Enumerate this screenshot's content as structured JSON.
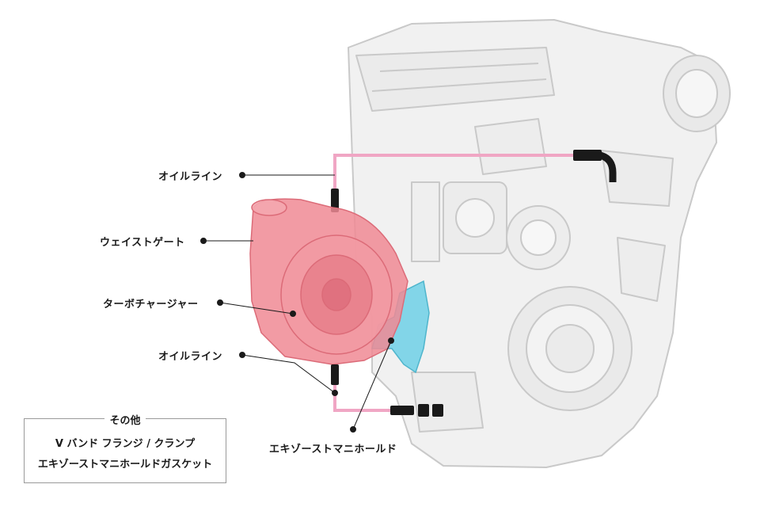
{
  "labels": {
    "oil_line_top": "オイルライン",
    "wastegate": "ウェイストゲート",
    "turbocharger": "ターボチャージャー",
    "oil_line_bottom": "オイルライン",
    "exhaust_manifold": "エキゾーストマニホールド"
  },
  "other": {
    "title": "その他",
    "items": [
      "V バンド フランジ / クランプ",
      "エキゾーストマニホールドガスケット"
    ]
  },
  "colors": {
    "turbo": "#f08a94",
    "manifold": "#6fd0e6",
    "oil_line": "#f0a6c4",
    "engine_fill": "#f1f1f1",
    "engine_stroke": "#c9c9c9",
    "leader": "#1a1a1a"
  }
}
